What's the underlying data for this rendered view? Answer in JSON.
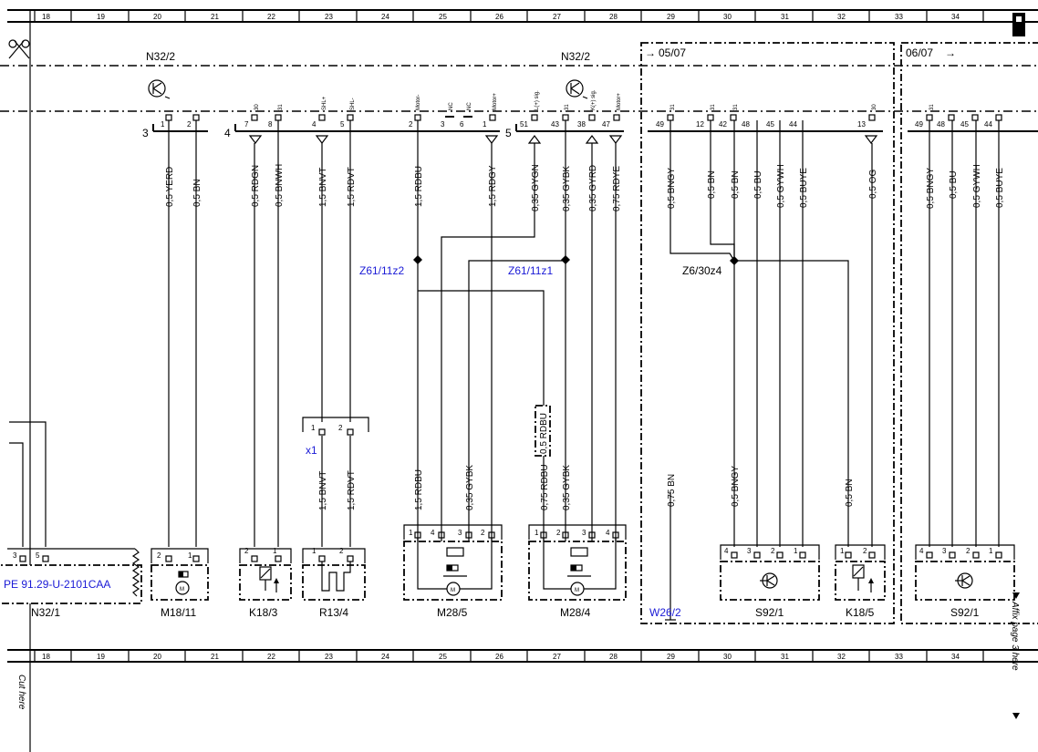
{
  "grid": [
    "18",
    "19",
    "20",
    "21",
    "22",
    "23",
    "24",
    "25",
    "26",
    "27",
    "28",
    "29",
    "30",
    "31",
    "32",
    "33",
    "34"
  ],
  "modules": {
    "left": "N32/2",
    "right": "N32/2"
  },
  "references": {
    "prev": "05/07",
    "next": "06/07"
  },
  "connector_numbers": [
    "3",
    "4",
    "5"
  ],
  "pin_labels": {
    "pins3": [
      "1",
      "2"
    ],
    "pins4": [
      "7",
      "8",
      "4",
      "5",
      "2",
      "3",
      "6",
      "1"
    ],
    "pins5": [
      "51",
      "43",
      "38",
      "47"
    ],
    "pins_ref": [
      "49",
      "12",
      "42",
      "48",
      "45",
      "44",
      "13"
    ],
    "pins_next": [
      "49",
      "48",
      "45",
      "44"
    ]
  },
  "signal_labels": [
    "30",
    "31",
    "SHL+",
    "SHL-",
    "Motor-",
    "NC",
    "NC",
    "Motor+",
    "L(+) sig.",
    "31",
    "K(+) sig.",
    "Motor+",
    "31",
    "31",
    "31",
    "30",
    "31"
  ],
  "upper_wires": [
    "0,5 YERD",
    "0,5 BN",
    "0,5 RDGN",
    "0,5 BNWH",
    "1,5 BNVT",
    "1,5 RDVT",
    "1,5 RDBU",
    "1,5 RDGY",
    "0,35 GYGN",
    "0,35 GYBK",
    "0,35 GYRD",
    "0,75 RDYE",
    "0,5 BNGY",
    "0,5 BN",
    "0,5 BN",
    "0,5 BU",
    "0,5 GYWH",
    "0,5 BUYE",
    "0,5 OG",
    "0,5 BNGY",
    "0,5 BU",
    "0,5 GYWH",
    "0,5 BUYE"
  ],
  "lower_wires": [
    "1,5 BNVT",
    "1,5 RDVT",
    "1,5 RDBU",
    "0,35 GYBK",
    "0,75 RDBU",
    "0,35 GYBK",
    "0,75 BN",
    "0,5 BNGY",
    "0,5 BN"
  ],
  "boxed_wire": "0,5 RDBU",
  "splices": [
    "Z61/11z2",
    "Z61/11z1",
    "Z6/30z4"
  ],
  "connector_x1": "x1",
  "components": [
    "N32/1",
    "M18/11",
    "K18/3",
    "R13/4",
    "M28/5",
    "M28/4",
    "S92/1",
    "K18/5",
    "S92/1"
  ],
  "ground_ref": "W26/2",
  "pe_reference": "PE 91.29-U-2101CAA",
  "lower_pins": {
    "n32_1": [
      "3",
      "5"
    ],
    "m18": [
      "2",
      "1"
    ],
    "k18_3": [
      "2",
      "1"
    ],
    "r13": [
      "1",
      "2"
    ],
    "x1": [
      "1",
      "2"
    ],
    "m28_5": [
      "1",
      "4",
      "3",
      "2"
    ],
    "m28_4": [
      "1",
      "2",
      "3",
      "4"
    ],
    "s92": [
      "4",
      "3",
      "2",
      "1"
    ],
    "k18_5": [
      "1",
      "2"
    ],
    "s92b": [
      "4",
      "3",
      "2",
      "1"
    ]
  },
  "cut_left": "Cut here",
  "cut_right": "Affix page 3 here"
}
